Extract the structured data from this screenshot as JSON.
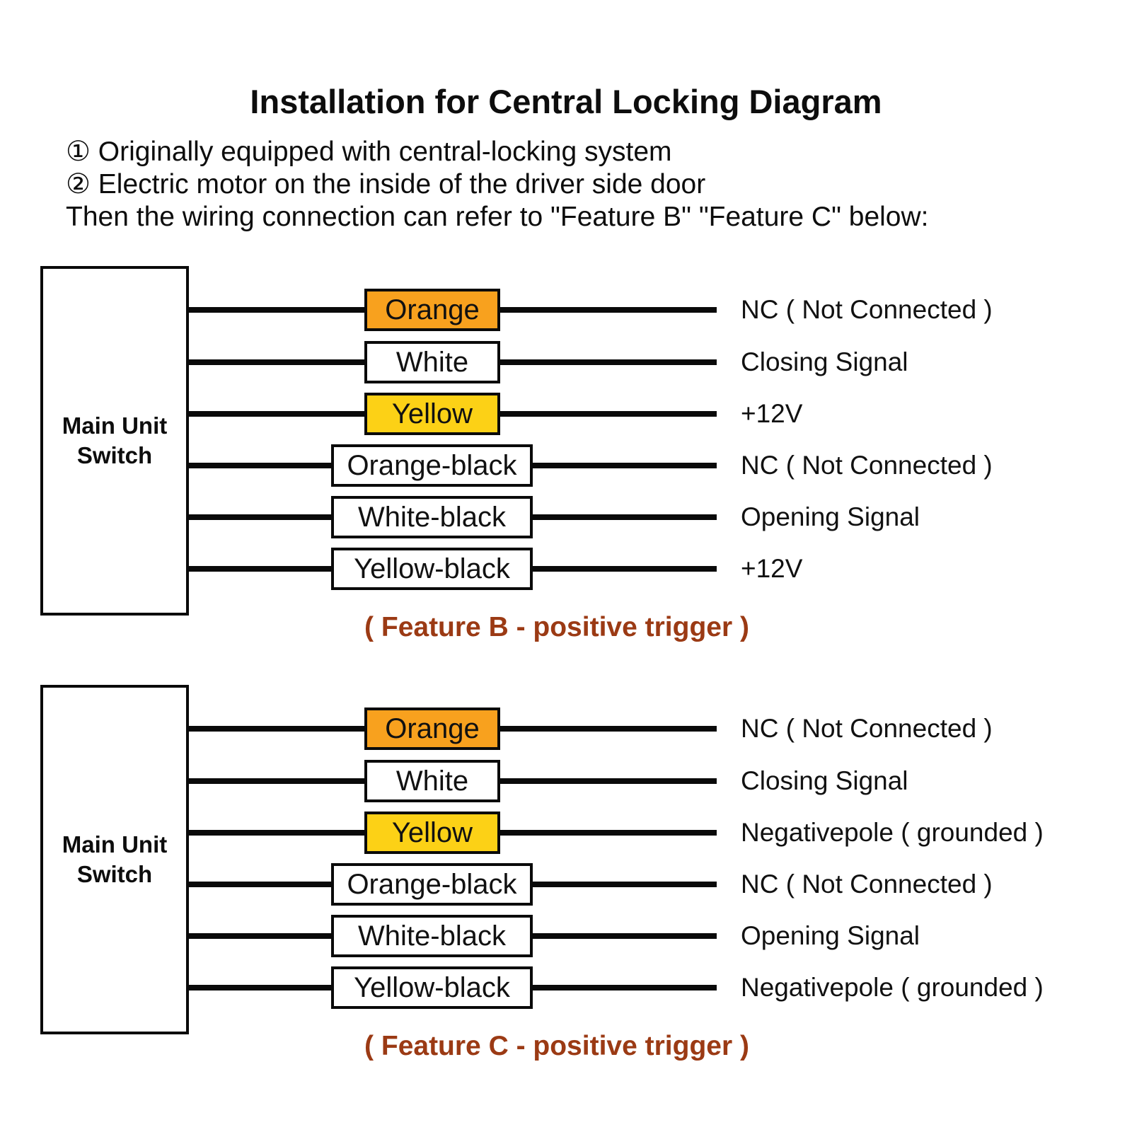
{
  "title": "Installation for Central Locking Diagram",
  "notes": [
    "① Originally equipped with central-locking system",
    "② Electric motor on the inside of the driver side door",
    "Then the wiring connection can refer to \"Feature B\" \"Feature C\" below:"
  ],
  "colors": {
    "wire": "#0a0a0a",
    "orange": "#F8A11E",
    "yellow": "#FCD116",
    "white": "#FFFFFF",
    "caption": "#9B3A14"
  },
  "sections": [
    {
      "id": "feature-b",
      "source": "Main Unit Switch",
      "rows": [
        {
          "wire": "Orange",
          "fill": "#F8A11E",
          "signal": "NC ( Not Connected )"
        },
        {
          "wire": "White",
          "fill": "#FFFFFF",
          "signal": "Closing Signal"
        },
        {
          "wire": "Yellow",
          "fill": "#FCD116",
          "signal": "+12V"
        },
        {
          "wire": "Orange-black",
          "fill": "#FFFFFF",
          "signal": "NC ( Not Connected )"
        },
        {
          "wire": "White-black",
          "fill": "#FFFFFF",
          "signal": "Opening Signal"
        },
        {
          "wire": "Yellow-black",
          "fill": "#FFFFFF",
          "signal": "+12V"
        }
      ],
      "caption": "( Feature B - positive trigger )"
    },
    {
      "id": "feature-c",
      "source": "Main Unit Switch",
      "rows": [
        {
          "wire": "Orange",
          "fill": "#F8A11E",
          "signal": "NC ( Not Connected )"
        },
        {
          "wire": "White",
          "fill": "#FFFFFF",
          "signal": "Closing Signal"
        },
        {
          "wire": "Yellow",
          "fill": "#FCD116",
          "signal": "Negativepole ( grounded )"
        },
        {
          "wire": "Orange-black",
          "fill": "#FFFFFF",
          "signal": "NC ( Not Connected )"
        },
        {
          "wire": "White-black",
          "fill": "#FFFFFF",
          "signal": "Opening Signal"
        },
        {
          "wire": "Yellow-black",
          "fill": "#FFFFFF",
          "signal": "Negativepole ( grounded )"
        }
      ],
      "caption": "( Feature C - positive trigger )"
    }
  ]
}
